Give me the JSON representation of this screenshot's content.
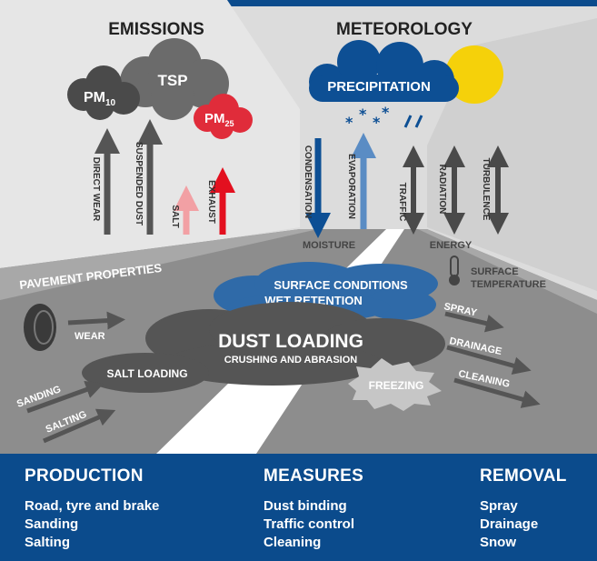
{
  "headings": {
    "emissions": "EMISSIONS",
    "meteorology": "METEOROLOGY"
  },
  "emission_clouds": {
    "pm10": "PM",
    "pm10_sub": "10",
    "tsp": "TSP",
    "pm25": "PM",
    "pm25_sub": "25"
  },
  "emission_arrows": {
    "direct_wear": "DIRECT WEAR",
    "suspended_dust": "SUSPENDED DUST",
    "salt": "SALT",
    "exhaust": "EXHAUST"
  },
  "meteorology": {
    "precipitation": "PRECIPITATION",
    "condensation": "CONDENSATION",
    "evaporation": "EVAPORATION",
    "traffic": "TRAFFIC",
    "radiation": "RADIATION",
    "turbulence": "TURBULENCE",
    "moisture": "MOISTURE",
    "energy": "ENERGY",
    "surface_temperature_line1": "SURFACE",
    "surface_temperature_line2": "TEMPERATURE"
  },
  "road": {
    "pavement_properties": "PAVEMENT PROPERTIES",
    "surface_conditions": "SURFACE CONDITIONS",
    "wet_retention": "WET RETENTION",
    "wear": "WEAR",
    "dust_loading": "DUST LOADING",
    "crushing_abrasion": "CRUSHING AND ABRASION",
    "salt_loading": "SALT LOADING",
    "sanding": "SANDING",
    "salting": "SALTING",
    "freezing": "FREEZING",
    "spray": "SPRAY",
    "drainage": "DRAINAGE",
    "cleaning": "CLEANING"
  },
  "footer": {
    "production": {
      "title": "PRODUCTION",
      "items": [
        "Road, tyre and brake",
        "Sanding",
        "Salting"
      ]
    },
    "measures": {
      "title": "MEASURES",
      "items": [
        "Dust binding",
        "Traffic control",
        "Cleaning"
      ]
    },
    "removal": {
      "title": "REMOVAL",
      "items": [
        "Spray",
        "Drainage",
        "Snow"
      ]
    }
  },
  "colors": {
    "top_bar": "#0b4b8c",
    "footer_bg": "#0b4b8c",
    "precipitation_cloud": "#0d4f94",
    "surface_cloud": "#2f6aa8",
    "sun": "#f5d10a",
    "pm25_cloud": "#e02c3a",
    "dark_cloud": "#5b5b5b",
    "salt_arrow": "#f2a0a4",
    "exhaust_arrow": "#e3101f",
    "condensation_arrow": "#0d4f94",
    "evaporation_arrow": "#5a8cc4"
  }
}
